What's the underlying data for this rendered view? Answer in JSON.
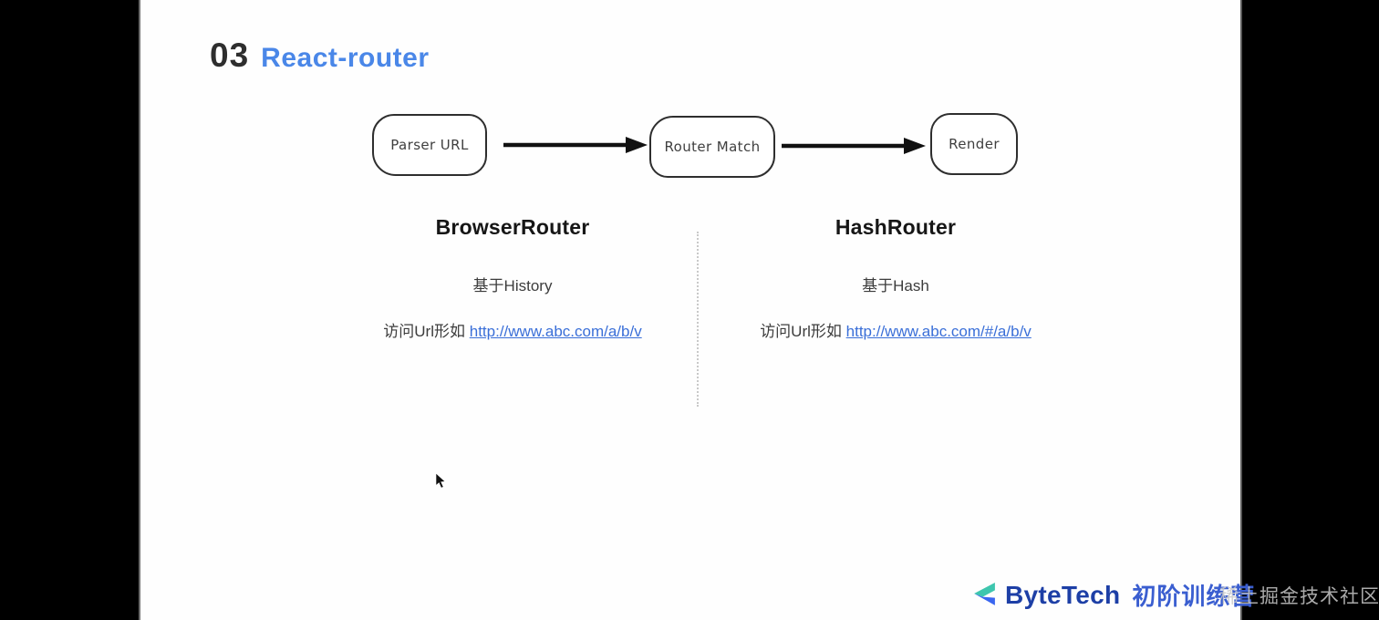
{
  "title": {
    "number": "03",
    "text": "React-router"
  },
  "flow": {
    "boxes": [
      {
        "label": "Parser URL"
      },
      {
        "label": "Router Match"
      },
      {
        "label": "Render"
      }
    ]
  },
  "columns": [
    {
      "heading": "BrowserRouter",
      "basis": "基于History",
      "url_prefix": "访问Url形如 ",
      "url_link": "http://www.abc.com/a/b/v"
    },
    {
      "heading": "HashRouter",
      "basis": "基于Hash",
      "url_prefix": "访问Url形如 ",
      "url_link": "http://www.abc.com/#/a/b/v"
    }
  ],
  "branding": {
    "name": "ByteTech",
    "program": "初阶训练营"
  },
  "watermark": "稀土掘金技术社区",
  "colors": {
    "title_accent": "#4a87e8",
    "link_blue": "#3a6fd8",
    "brand_navy": "#1d3fa6",
    "brand_blue": "#3a5ed0",
    "logo_teal": "#3ec6ae",
    "logo_blue": "#3a66f0",
    "letterbox": "#000000"
  }
}
